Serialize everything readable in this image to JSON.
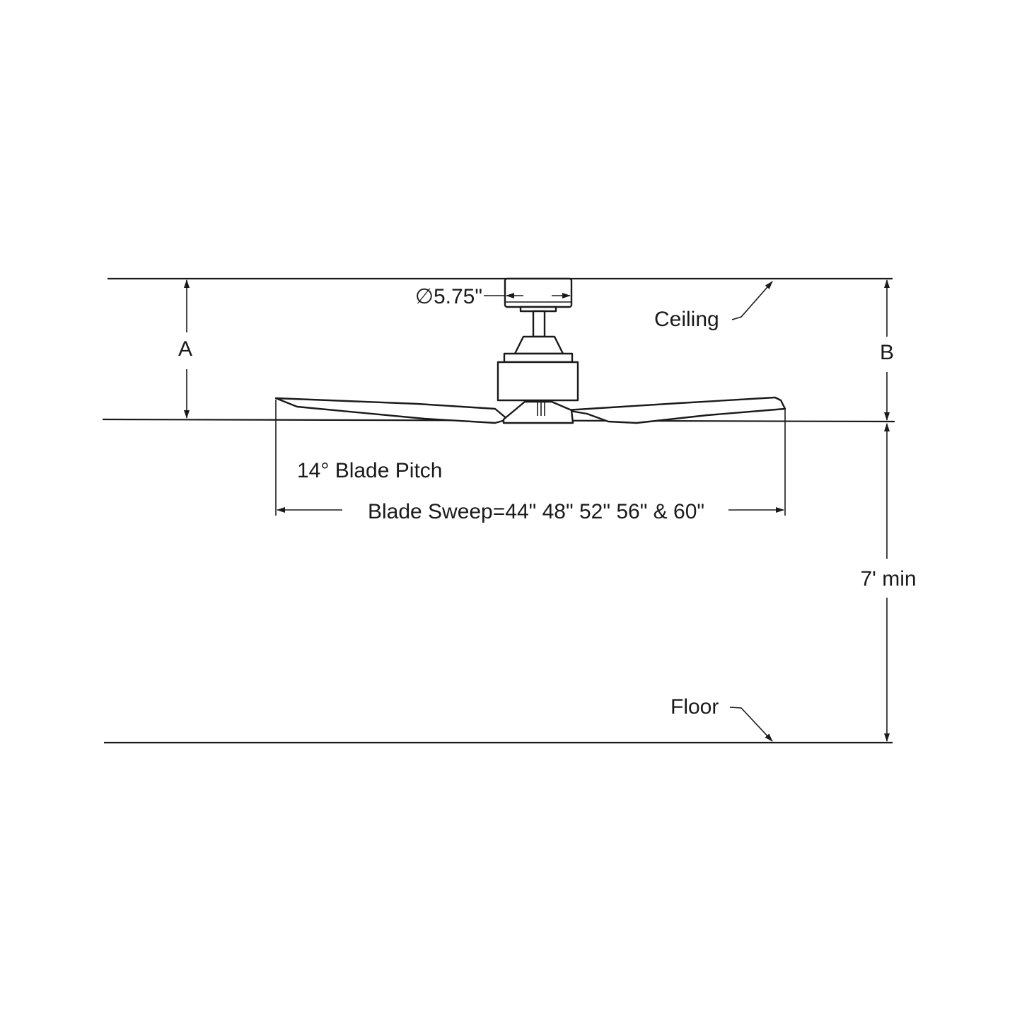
{
  "labels": {
    "canopy_diameter": "∅5.75\"",
    "ceiling": "Ceiling",
    "floor": "Floor",
    "dim_a": "A",
    "dim_b": "B",
    "min_height": "7' min",
    "blade_pitch": "14° Blade Pitch",
    "blade_sweep": "Blade Sweep=44\" 48\" 52\" 56\" & 60\""
  }
}
